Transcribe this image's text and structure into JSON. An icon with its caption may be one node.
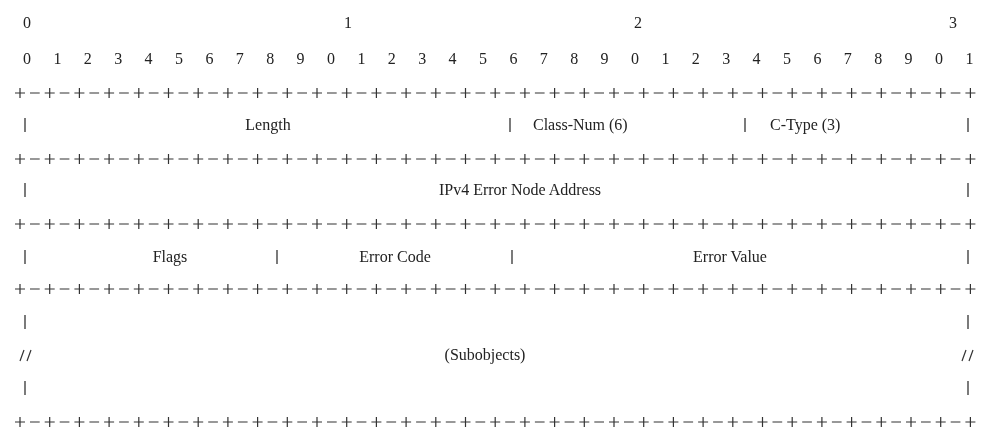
{
  "diagram": {
    "nodes": [
      {
        "text": [
          "Length"
        ]
      },
      {
        "text": [
          "Class-Num (6)"
        ]
      },
      {
        "text": [
          "C-Type (3)"
        ]
      },
      {
        "text": [
          "IPv4 Error Node Address"
        ]
      },
      {
        "text": [
          "Flags"
        ]
      },
      {
        "text": [
          "Error Code"
        ]
      },
      {
        "text": [
          "Error Value"
        ]
      },
      {
        "text": [
          "(Subobjects)"
        ]
      }
    ],
    "edges": [],
    "labels": [
      "0",
      "1",
      "2",
      "3",
      "0",
      "1",
      "2",
      "3",
      "4",
      "5",
      "6",
      "7",
      "8",
      "9",
      "0",
      "1",
      "2",
      "3",
      "4",
      "5",
      "6",
      "7",
      "8",
      "9",
      "0",
      "1",
      "2",
      "3",
      "4",
      "5",
      "6",
      "7",
      "8",
      "9",
      "0",
      "1"
    ]
  }
}
